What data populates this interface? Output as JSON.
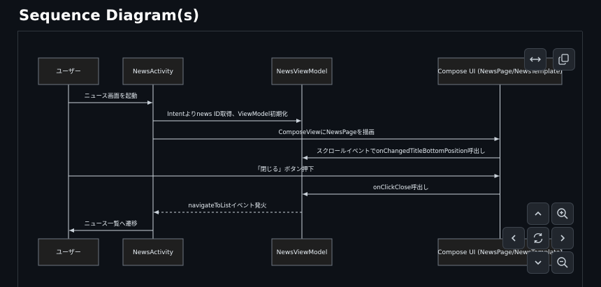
{
  "header": {
    "title": "Sequence Diagram(s)"
  },
  "diagram": {
    "participants": [
      {
        "id": "user",
        "label": "ユーザー"
      },
      {
        "id": "activity",
        "label": "NewsActivity"
      },
      {
        "id": "viewmodel",
        "label": "NewsViewModel"
      },
      {
        "id": "compose",
        "label": "Compose UI (NewsPage/NewsTemplate)"
      }
    ],
    "messages": [
      {
        "from": "user",
        "to": "activity",
        "label": "ニュース画面を起動",
        "style": "solid"
      },
      {
        "from": "activity",
        "to": "viewmodel",
        "label": "Intentよりnews ID取得、ViewModel初期化",
        "style": "solid"
      },
      {
        "from": "activity",
        "to": "compose",
        "label": "ComposeViewにNewsPageを描画",
        "style": "solid"
      },
      {
        "from": "compose",
        "to": "viewmodel",
        "label": "スクロールイベントでonChangedTitleBottomPosition呼出し",
        "style": "solid"
      },
      {
        "from": "user",
        "to": "compose",
        "label": "「閉じる」ボタン押下",
        "style": "solid"
      },
      {
        "from": "compose",
        "to": "viewmodel",
        "label": "onClickClose呼出し",
        "style": "solid"
      },
      {
        "from": "viewmodel",
        "to": "activity",
        "label": "navigateToListイベント発火",
        "style": "dashed"
      },
      {
        "from": "activity",
        "to": "user",
        "label": "ニュース一覧へ遷移",
        "style": "solid"
      }
    ]
  },
  "controls": {
    "expand_icon": "horizontal-arrows-icon",
    "copy_icon": "copy-icon",
    "pan_up_icon": "chevron-up-icon",
    "pan_down_icon": "chevron-down-icon",
    "pan_left_icon": "chevron-left-icon",
    "pan_right_icon": "chevron-right-icon",
    "reset_icon": "refresh-icon",
    "zoom_in_icon": "zoom-in-icon",
    "zoom_out_icon": "zoom-out-icon"
  },
  "colors": {
    "background": "#0d1117",
    "box_fill": "#1f1f1f",
    "line": "#c9d1d9",
    "button_bg": "#21262d"
  }
}
